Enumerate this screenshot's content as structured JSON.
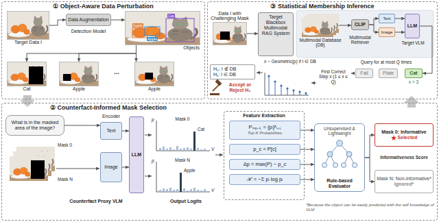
{
  "diagram": {
    "nodes": [
      {
        "text": [
          "① Object-Aware Data Perturbation"
        ]
      },
      {
        "text": [
          "Target Data I"
        ],
        "in": 0
      },
      {
        "text": [
          "Data Augmentation"
        ],
        "in": 0
      },
      {
        "text": [
          "Objects"
        ],
        "in": 0
      },
      {
        "text": [
          "Cat"
        ],
        "in": 0
      },
      {
        "text": [
          "Apple"
        ],
        "in": 0
      },
      {
        "text": [
          "Apple"
        ],
        "in": 0
      },
      {
        "text": [
          "③ Statistical Membership Inference"
        ]
      },
      {
        "text": [
          "Data I with Challenging Mask"
        ],
        "in": 7
      },
      {
        "text": [
          "Target Blackbox Multimodal RAG System"
        ],
        "in": 7
      },
      {
        "text": [
          "Multimodal Database (DB)"
        ],
        "in": 7
      },
      {
        "text": [
          "CLIP"
        ],
        "in": 7
      },
      {
        "text": [
          "Text"
        ],
        "in": 7
      },
      {
        "text": [
          "Image"
        ],
        "in": 7
      },
      {
        "text": [
          "LLM"
        ],
        "in": 7
      },
      {
        "text": [
          "Fail"
        ],
        "in": 7
      },
      {
        "text": [
          "Plate"
        ],
        "in": 7
      },
      {
        "text": [
          "Cat"
        ],
        "in": 7
      },
      {
        "text": [
          "H₀: I ∉ DB",
          "H₁: I ∈ DB"
        ],
        "in": 7
      },
      {
        "text": [
          "② Counterfact-Informed Mask Selection"
        ]
      },
      {
        "text": [
          "What is in the masked area of the image?"
        ],
        "in": 19
      },
      {
        "text": [
          "Text"
        ],
        "in": 19
      },
      {
        "text": [
          "Image"
        ],
        "in": 19
      },
      {
        "text": [
          "LLM"
        ],
        "in": 19
      },
      {
        "text": [
          "Feature Extraction"
        ],
        "in": 19
      },
      {
        "text": [
          "Pₜₒₚ₋ₖ = {pᵢ}ᵏᵢ₌₁",
          "Top-K Probabilities"
        ],
        "in": 24
      },
      {
        "text": [
          "p_c = P[c]"
        ],
        "in": 24
      },
      {
        "text": [
          "Δp = max(P) − p_c"
        ],
        "in": 24
      },
      {
        "text": [
          "ℋ = −Σ pᵢ log pᵢ"
        ],
        "in": 24
      },
      {
        "text": [
          "Unsupervised & Lightweight",
          "Rule-based Evaluator"
        ],
        "in": 19
      },
      {
        "text": [
          "Mask 0: Informative",
          "Selected"
        ],
        "in": 19
      },
      {
        "text": [
          "Mask N: Non-informative*",
          "Ignored*"
        ],
        "in": 19
      }
    ],
    "edges": [
      {
        "from": 1,
        "to": 2,
        "arrow": "to"
      },
      {
        "from": 2,
        "to": 3,
        "arrow": "to"
      },
      {
        "from": 3,
        "to": 4,
        "arrow": "to"
      },
      {
        "from": 3,
        "to": 5,
        "arrow": "to"
      },
      {
        "from": 3,
        "to": 6,
        "arrow": "to"
      },
      {
        "from": 8,
        "to": 9,
        "arrow": "to"
      },
      {
        "from": 10,
        "to": 11,
        "arrow": "to"
      },
      {
        "from": 11,
        "to": 12,
        "arrow": "to"
      },
      {
        "from": 11,
        "to": 13,
        "arrow": "to"
      },
      {
        "from": 12,
        "to": 14,
        "arrow": "to"
      },
      {
        "from": 13,
        "to": 14,
        "arrow": "to"
      },
      {
        "from": 14,
        "to": 17,
        "arrow": "to"
      },
      {
        "from": 20,
        "to": 21,
        "arrow": "to"
      },
      {
        "from": 21,
        "to": 23,
        "arrow": "to"
      },
      {
        "from": 22,
        "to": 23,
        "arrow": "to"
      },
      {
        "from": 25,
        "to": 29,
        "arrow": "to"
      },
      {
        "from": 26,
        "to": 29,
        "arrow": "to"
      },
      {
        "from": 27,
        "to": 29,
        "arrow": "to"
      },
      {
        "from": 28,
        "to": 29,
        "arrow": "to"
      },
      {
        "from": 29,
        "to": 30,
        "arrow": "to"
      },
      {
        "from": 29,
        "to": 31,
        "arrow": "to"
      }
    ],
    "labels": [
      "Detection Model",
      "Apple",
      "Cat",
      "Apple",
      "...",
      "Multimodal Retriever",
      "Target VLM",
      "Query for at most Q times",
      "x = 3",
      "First Correct Step x (1 ≤ x ≤ Q)",
      "x ~ Geometric(p) if I ∈ DB",
      "Accept or Reject H₀",
      "Encoder",
      "Mask 0",
      "Mask N",
      "Counterfact Proxy VLM",
      "p",
      "Mask 0",
      "Cat",
      "V",
      "p",
      "Mask N",
      "Apple",
      "V",
      "Output Logits",
      "Informativeness Score",
      "*Because the object can be easily predicted with the self knowledge of VLM"
    ]
  }
}
